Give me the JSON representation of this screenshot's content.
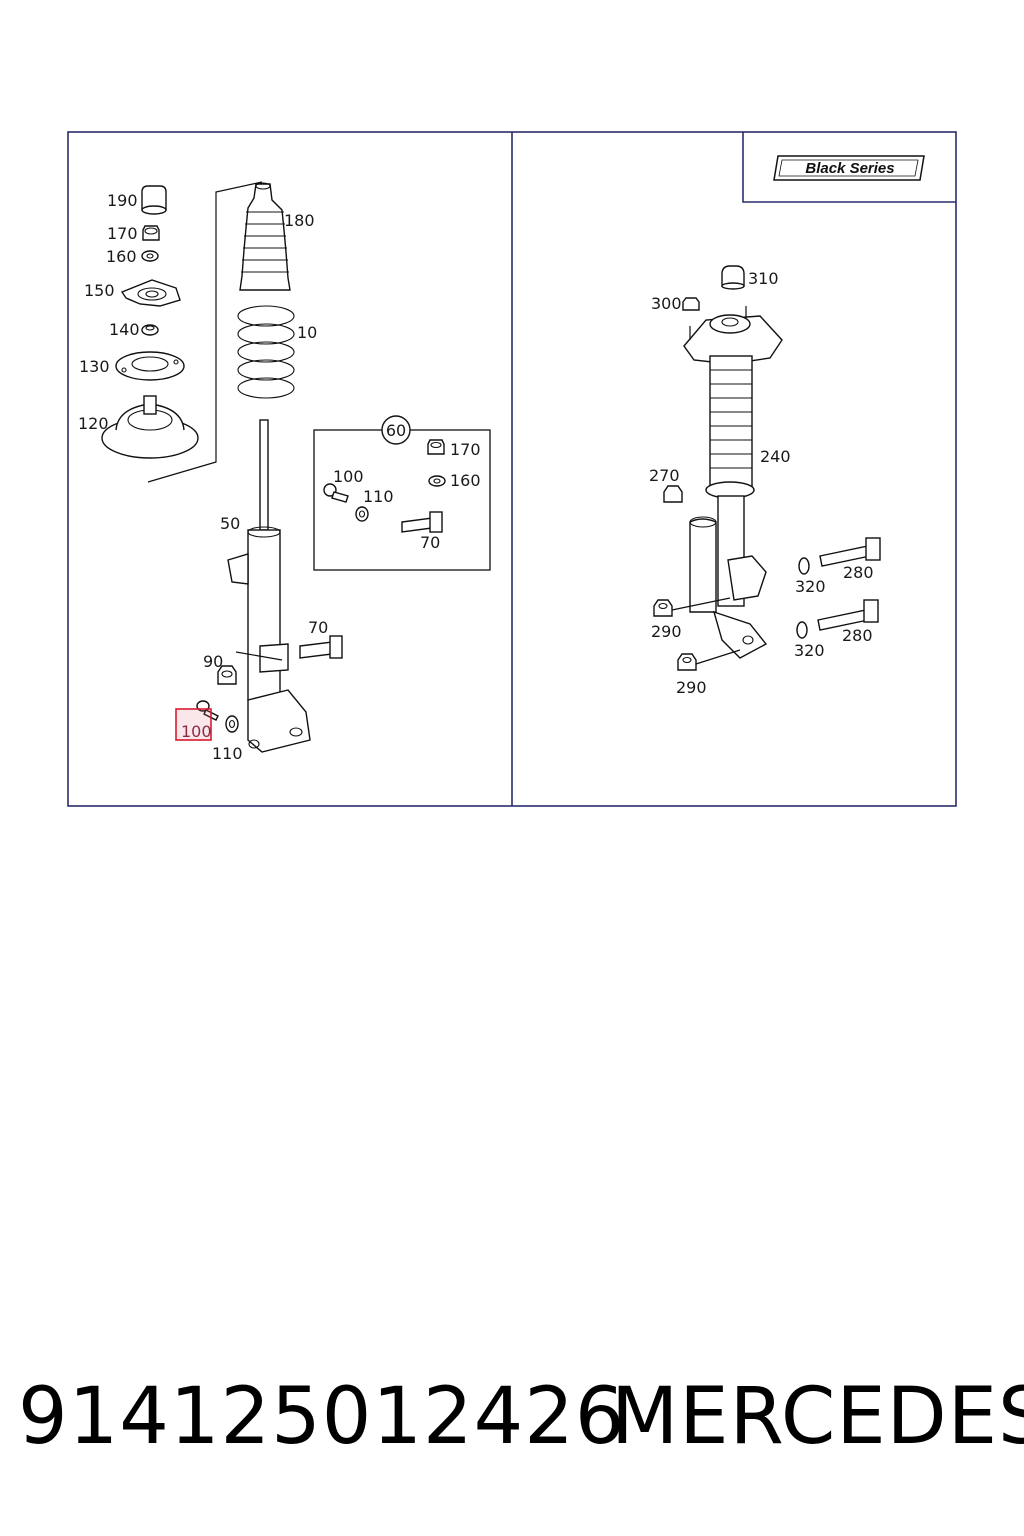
{
  "diagram": {
    "badge": "Black Series",
    "callout_group": "60",
    "highlighted": "100",
    "left_labels": {
      "l190": "190",
      "l170": "170",
      "l160": "160",
      "l150": "150",
      "l140": "140",
      "l130": "130",
      "l120": "120",
      "l180": "180",
      "l10": "10",
      "l50": "50",
      "l90": "90",
      "l70": "70",
      "l100": "100",
      "l110": "110"
    },
    "box_labels": {
      "b170": "170",
      "b160": "160",
      "b100": "100",
      "b110": "110",
      "b70": "70"
    },
    "right_labels": {
      "r310": "310",
      "r300": "300",
      "r240": "240",
      "r270": "270",
      "r320a": "320",
      "r280a": "280",
      "r290a": "290",
      "r320b": "320",
      "r280b": "280",
      "r290b": "290"
    }
  },
  "caption": {
    "part_number": "914125012426",
    "brand": "MERCEDES"
  }
}
